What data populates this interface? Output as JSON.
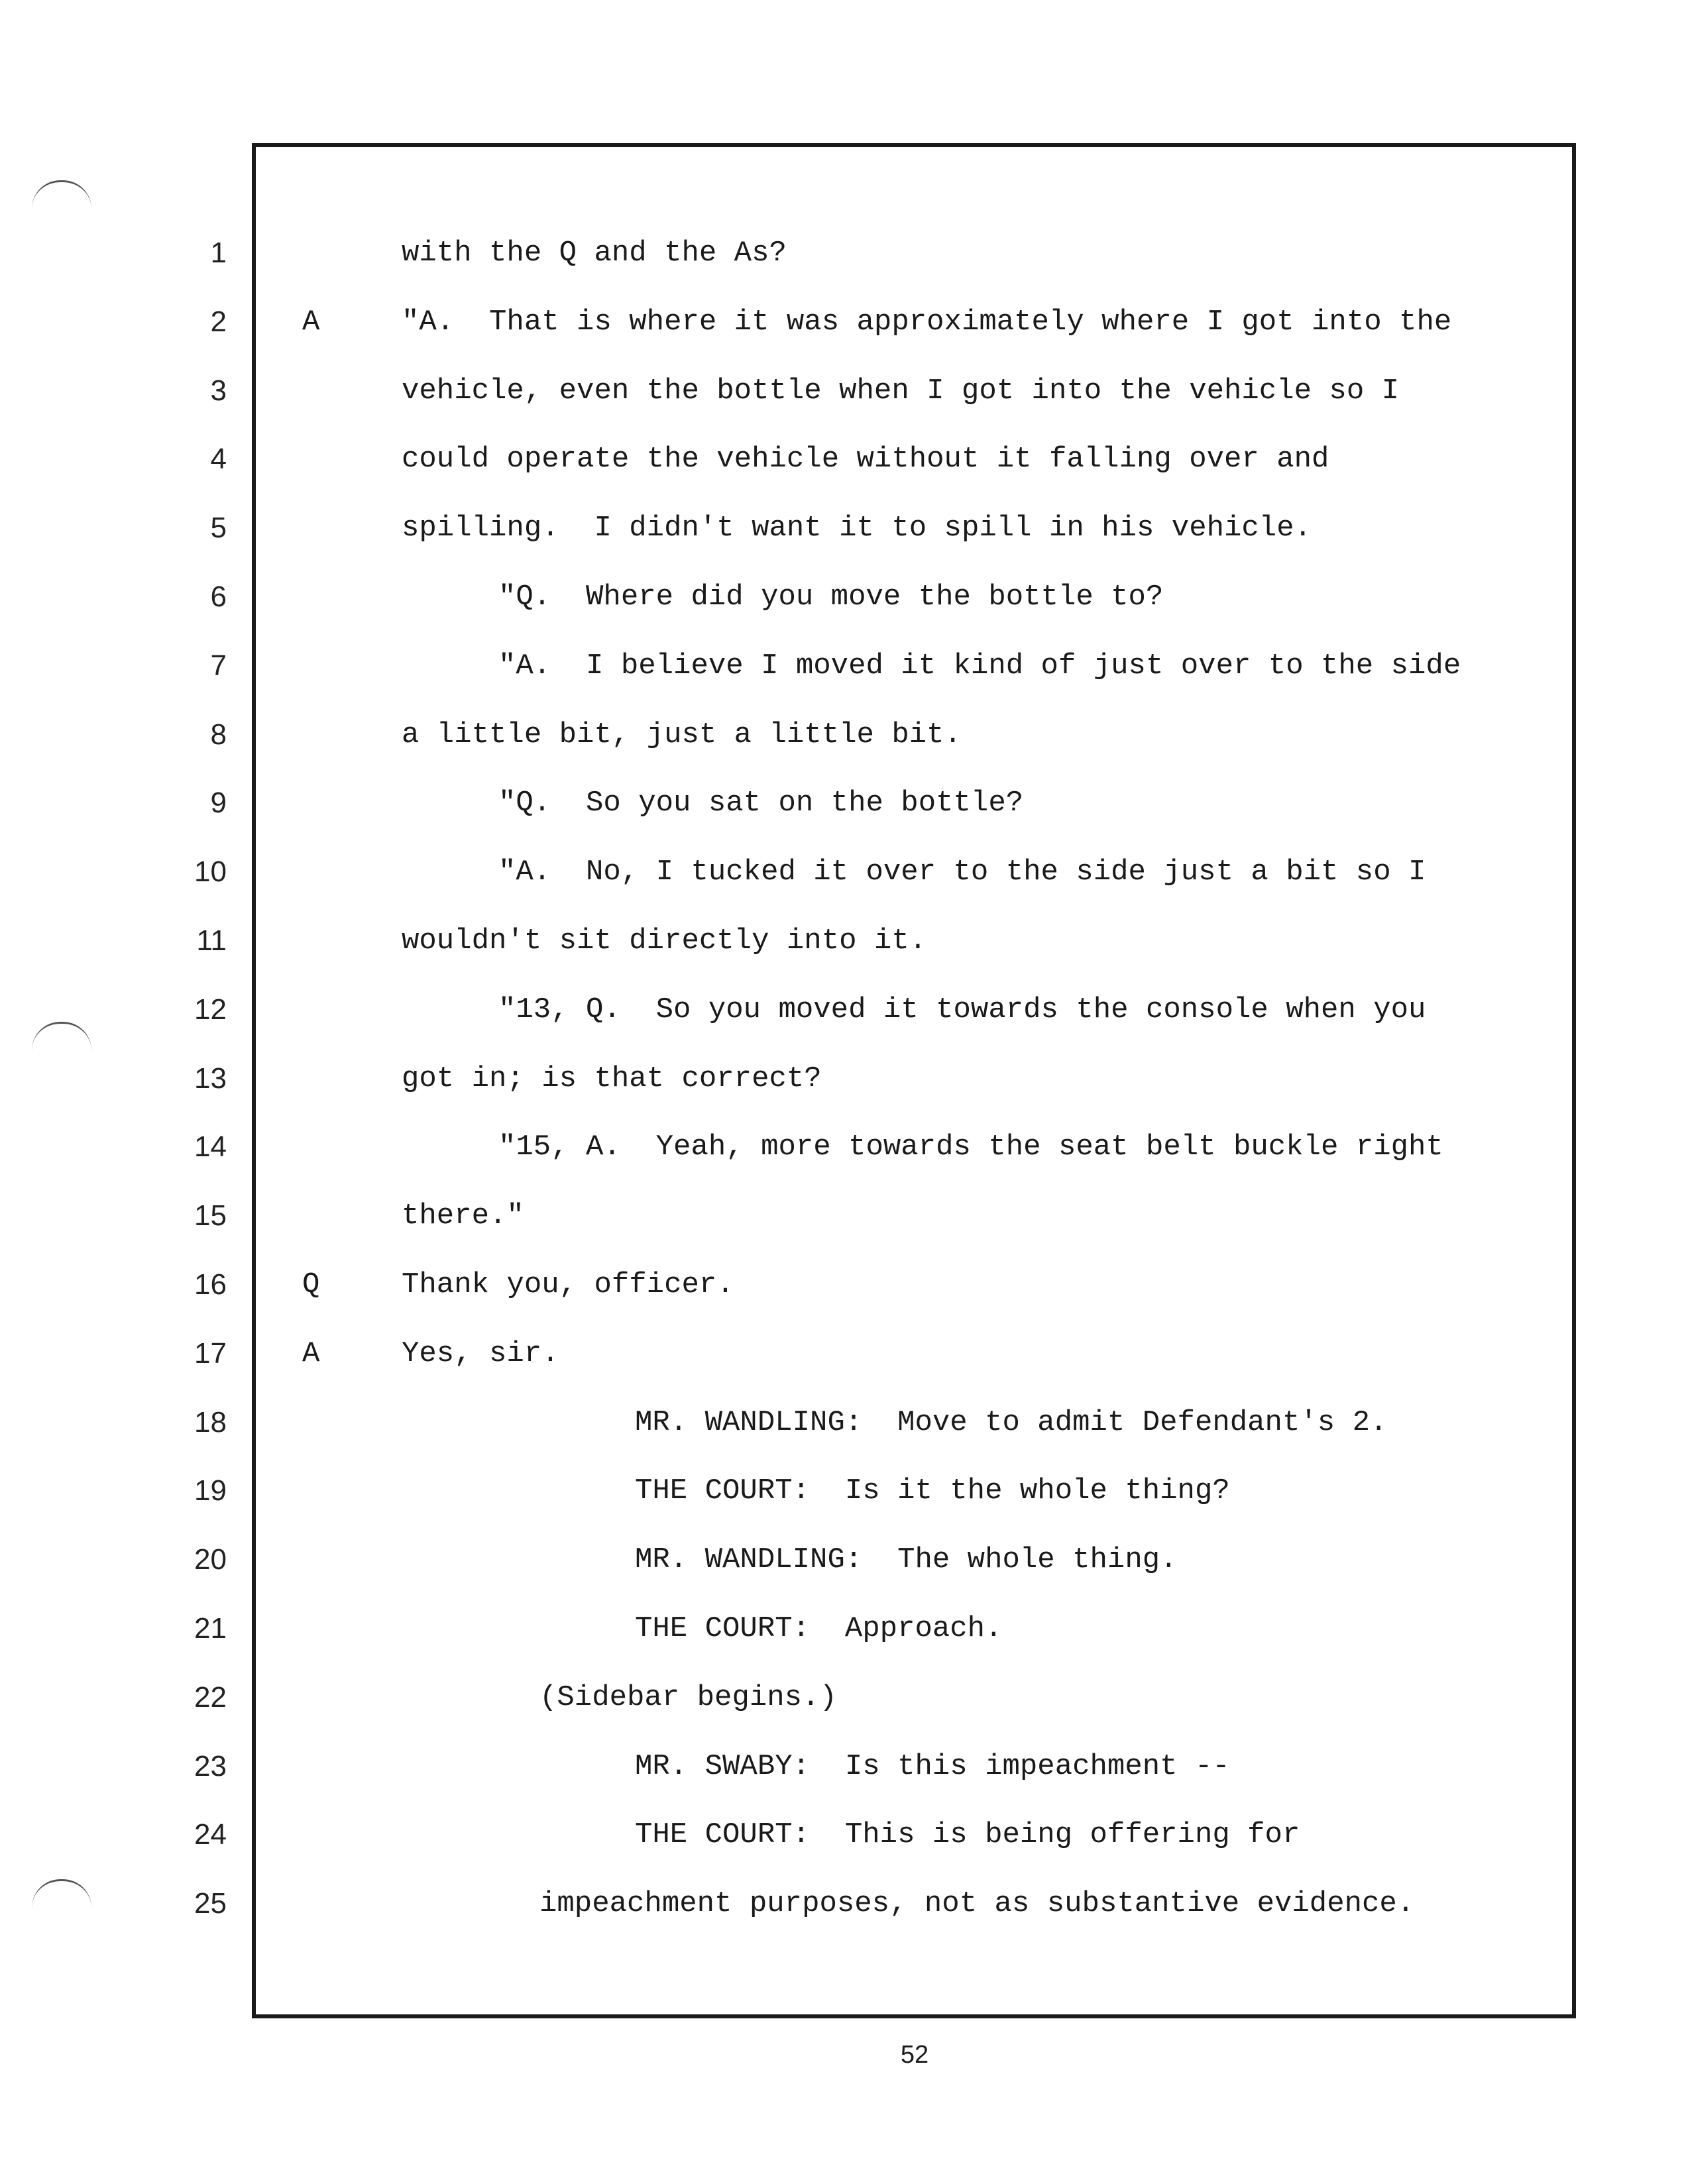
{
  "page_number": "52",
  "lines": [
    {
      "num": "1",
      "speaker": "",
      "text": "with the Q and the As?"
    },
    {
      "num": "2",
      "speaker": "A",
      "text": "\"A.  That is where it was approximately where I got into the"
    },
    {
      "num": "3",
      "speaker": "",
      "text": "vehicle, even the bottle when I got into the vehicle so I"
    },
    {
      "num": "4",
      "speaker": "",
      "text": "could operate the vehicle without it falling over and"
    },
    {
      "num": "5",
      "speaker": "",
      "text": "spilling.  I didn't want it to spill in his vehicle."
    },
    {
      "num": "6",
      "speaker": "",
      "text": "\"Q.  Where did you move the bottle to?"
    },
    {
      "num": "7",
      "speaker": "",
      "text": "\"A.  I believe I moved it kind of just over to the side"
    },
    {
      "num": "8",
      "speaker": "",
      "text": "a little bit, just a little bit."
    },
    {
      "num": "9",
      "speaker": "",
      "text": "\"Q.  So you sat on the bottle?"
    },
    {
      "num": "10",
      "speaker": "",
      "text": "\"A.  No, I tucked it over to the side just a bit so I"
    },
    {
      "num": "11",
      "speaker": "",
      "text": "wouldn't sit directly into it."
    },
    {
      "num": "12",
      "speaker": "",
      "text": "\"13, Q.  So you moved it towards the console when you"
    },
    {
      "num": "13",
      "speaker": "",
      "text": "got in; is that correct?"
    },
    {
      "num": "14",
      "speaker": "",
      "text": "\"15, A.  Yeah, more towards the seat belt buckle right"
    },
    {
      "num": "15",
      "speaker": "",
      "text": "there.\""
    },
    {
      "num": "16",
      "speaker": "Q",
      "text": "Thank you, officer."
    },
    {
      "num": "17",
      "speaker": "A",
      "text": "Yes, sir."
    },
    {
      "num": "18",
      "speaker": "",
      "text": "MR. WANDLING:  Move to admit Defendant's 2."
    },
    {
      "num": "19",
      "speaker": "",
      "text": "THE COURT:  Is it the whole thing?"
    },
    {
      "num": "20",
      "speaker": "",
      "text": "MR. WANDLING:  The whole thing."
    },
    {
      "num": "21",
      "speaker": "",
      "text": "THE COURT:  Approach."
    },
    {
      "num": "22",
      "speaker": "",
      "text": "(Sidebar begins.)"
    },
    {
      "num": "23",
      "speaker": "",
      "text": "MR. SWABY:  Is this impeachment --"
    },
    {
      "num": "24",
      "speaker": "",
      "text": "THE COURT:  This is being offering for"
    },
    {
      "num": "25",
      "speaker": "",
      "text": "impeachment purposes, not as substantive evidence."
    }
  ]
}
